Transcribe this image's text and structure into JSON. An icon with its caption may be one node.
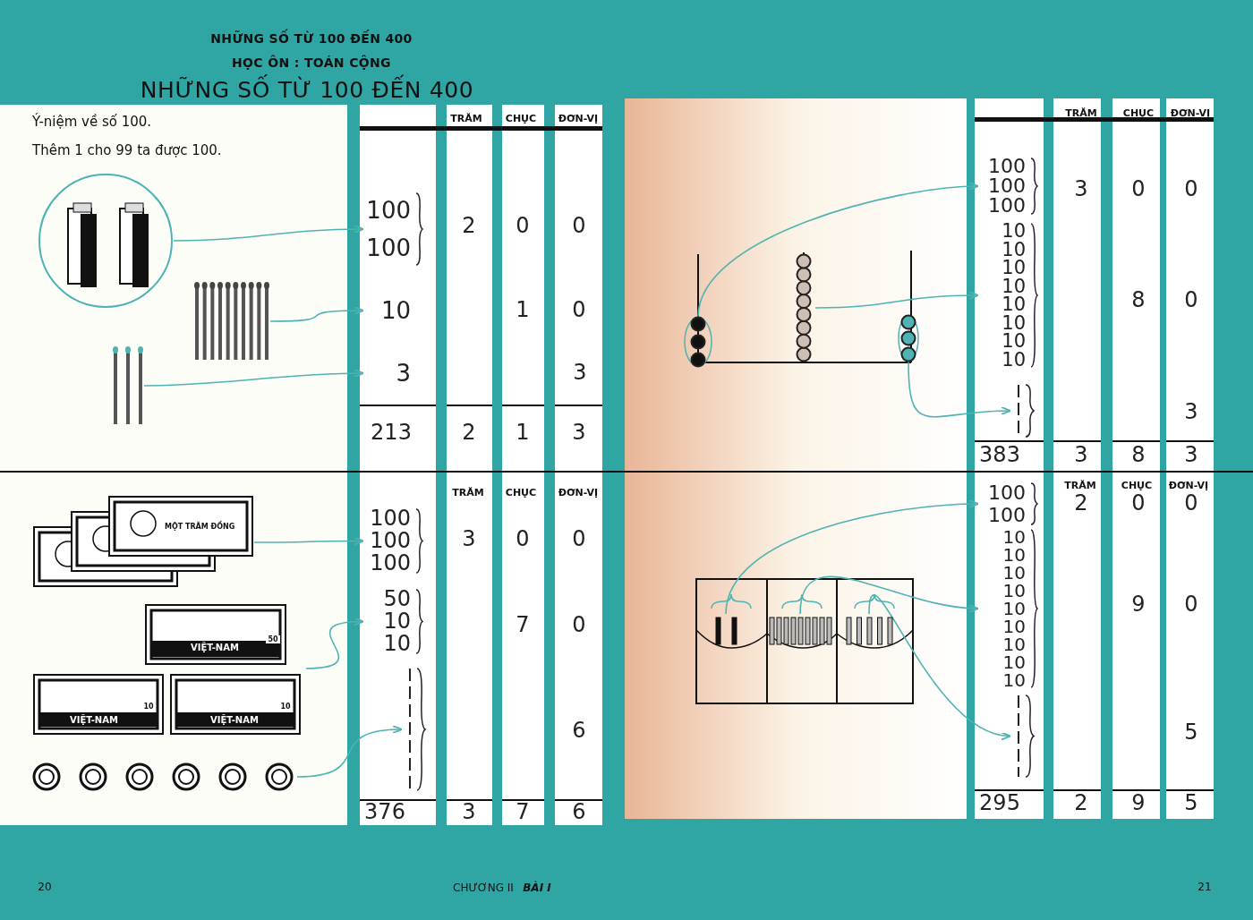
{
  "diagram": {
    "title": "NHỮNG SỐ TỪ 100 ĐẾN 400",
    "nodes": [
      {
        "text": [],
        "shape": "picture"
      },
      {
        "text": [],
        "shape": "picture"
      },
      {
        "text": [],
        "shape": "picture"
      },
      {
        "text": [
          "100",
          "100"
        ]
      },
      {
        "text": [
          "10"
        ]
      },
      {
        "text": [
          "3"
        ]
      },
      {
        "text": [],
        "shape": "picture"
      },
      {
        "text": [],
        "shape": "picture"
      },
      {
        "text": [],
        "shape": "picture"
      },
      {
        "text": [
          "100",
          "100",
          "100"
        ]
      },
      {
        "text": [
          "50",
          "10",
          "10"
        ]
      },
      {
        "text": [],
        "shape": "bar"
      },
      {
        "text": [],
        "shape": "picture"
      },
      {
        "text": [],
        "shape": "picture"
      },
      {
        "text": [],
        "shape": "picture"
      },
      {
        "text": [
          "100",
          "100",
          "100"
        ]
      },
      {
        "text": [
          "10",
          "10",
          "10",
          "10",
          "10",
          "10",
          "10",
          "10"
        ]
      },
      {
        "text": [],
        "shape": "bar"
      },
      {
        "text": [],
        "shape": "picture"
      },
      {
        "text": [],
        "shape": "picture"
      },
      {
        "text": [],
        "shape": "picture"
      },
      {
        "text": [
          "100",
          "100"
        ]
      },
      {
        "text": [
          "10",
          "10",
          "10",
          "10",
          "10",
          "10",
          "10",
          "10",
          "10"
        ]
      },
      {
        "text": [],
        "shape": "bar"
      }
    ],
    "edges": [
      {
        "from": 0,
        "to": 3,
        "arrow": "to"
      },
      {
        "from": 1,
        "to": 4,
        "arrow": "to"
      },
      {
        "from": 2,
        "to": 5,
        "arrow": "to"
      },
      {
        "from": 6,
        "to": 9,
        "arrow": "to"
      },
      {
        "from": 7,
        "to": 10,
        "arrow": "to"
      },
      {
        "from": 8,
        "to": 11,
        "arrow": "to"
      },
      {
        "from": 12,
        "to": 15,
        "arrow": "to"
      },
      {
        "from": 13,
        "to": 16,
        "arrow": "to"
      },
      {
        "from": 14,
        "to": 17,
        "arrow": "to"
      },
      {
        "from": 18,
        "to": 21,
        "arrow": "to"
      },
      {
        "from": 19,
        "to": 22,
        "arrow": "to"
      },
      {
        "from": 20,
        "to": 23,
        "arrow": "to"
      }
    ],
    "labels": [
      "NHỮNG SỐ TỪ 100 ĐẾN 400",
      "HỌC ÔN : TOÁN CỘNG",
      "Ý-niệm về số 100.",
      "Thêm 1 cho 99 ta được 100.",
      "TRĂM",
      "CHỤC",
      "ĐƠN-VỊ",
      "2",
      "0",
      "0",
      "1",
      "0",
      "3",
      "213",
      "2",
      "1",
      "3",
      "TRĂM",
      "CHỤC",
      "ĐƠN-VỊ",
      "3",
      "0",
      "0",
      "7",
      "0",
      "6",
      "376",
      "3",
      "7",
      "6",
      "TRĂM",
      "CHỤC",
      "ĐƠN-VỊ",
      "3",
      "0",
      "0",
      "8",
      "0",
      "3",
      "383",
      "3",
      "8",
      "3",
      "TRĂM",
      "CHỤC",
      "ĐƠN-VỊ",
      "2",
      "0",
      "0",
      "9",
      "0",
      "5",
      "295",
      "2",
      "9",
      "5",
      "MỘT TRĂM ĐỒNG",
      "50",
      "VIỆT-NAM",
      "10",
      "VIỆT-NAM",
      "10",
      "VIỆT-NAM",
      "20",
      "CHƯƠNG II",
      "BÀI I",
      "21"
    ]
  }
}
